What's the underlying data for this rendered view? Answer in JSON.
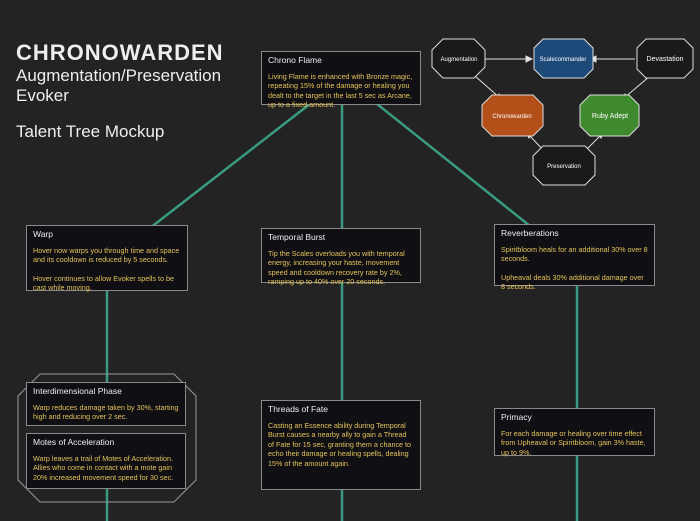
{
  "header": {
    "title": "CHRONOWARDEN",
    "subtitle": "Augmentation/Preservation Evoker",
    "mockup": "Talent Tree Mockup"
  },
  "diagram": {
    "augmentation": "Augmentation",
    "scalecommander": "Scalecommander",
    "devastation": "Devastation",
    "chronowarden": "Chronowarden",
    "ruby_adept": "Ruby Adept",
    "preservation": "Preservation"
  },
  "colors": {
    "connector": "#3a9a82",
    "card_title": "#f0f0f0",
    "card_text": "#e6c45a",
    "scalecommander": "#1e4a7a",
    "chronowarden": "#b3501a",
    "ruby_adept": "#3f8a2e"
  },
  "talents": {
    "chrono_flame": {
      "title": "Chrono Flame",
      "text": "Living Flame is enhanced with Bronze magic, repeating 15% of the damage or healing you dealt to the target in the last 5 sec as Arcane, up to a fixed amount."
    },
    "warp": {
      "title": "Warp",
      "text": "Hover now warps you through time and space and its cooldown is reduced by 5 seconds.",
      "text2": "Hover continues to allow Evoker spells to be cast while moving."
    },
    "temporal_burst": {
      "title": "Temporal Burst",
      "text": "Tip the Scales overloads you with temporal energy, increasing your haste, movement speed and cooldown recovery rate by 2%, ramping up to 40% over 20 seconds."
    },
    "reverberations": {
      "title": "Reverberations",
      "text": "Spiritbloom heals for an additional 30% over 8 seconds.",
      "text2": "Upheaval deals 30% additional damage over 8 seconds."
    },
    "interdimensional_phase": {
      "title": "Interdimensional Phase",
      "text": "Warp reduces damage taken by 30%, starting high and reducing over 2 sec."
    },
    "motes": {
      "title": "Motes of Acceleration",
      "text": "Warp leaves a trail of Motes of Acceleration. Allies who come in contact with a mote gain 20% increased movement speed for 30 sec."
    },
    "threads_of_fate": {
      "title": "Threads of Fate",
      "text": "Casting an Essence ability during Temporal Burst causes a nearby ally to gain a Thread of Fate for 15 sec, granting them a chance to echo their damage or healing spells, dealing 15% of the amount again."
    },
    "primacy": {
      "title": "Primacy",
      "text": "For each damage or healing over time effect from Upheaval or Spiritbloom, gain 3% haste, up to 9%."
    }
  }
}
